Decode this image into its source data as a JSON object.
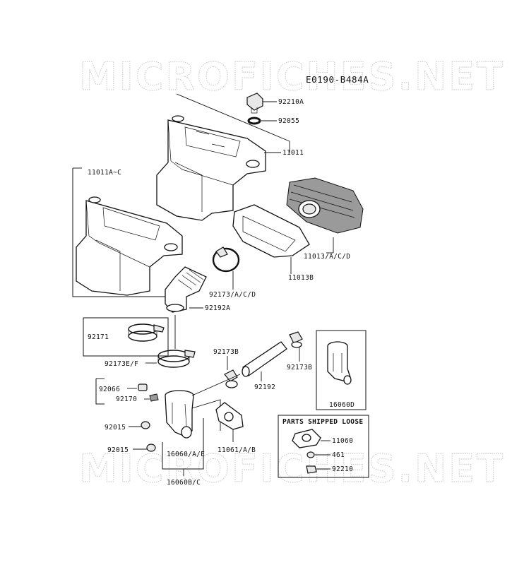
{
  "diagram_code": "E0190-B484A",
  "watermark": "MICROFICHES.NET",
  "box_title": "PARTS SHIPPED LOOSE",
  "labels": {
    "p92210A": "92210A",
    "p92055": "92055",
    "p11011": "11011",
    "p11011AC": "11011A~C",
    "p11013": "11013/A/C/D",
    "p11013B": "11013B",
    "p92173ACD": "92173/A/C/D",
    "p92192A": "92192A",
    "p92171": "92171",
    "p92173EF": "92173E/F",
    "p92173B_l": "92173B",
    "p92173B_r": "92173B",
    "p92192": "92192",
    "p16060D": "16060D",
    "p92066": "92066",
    "p92170": "92170",
    "p92015a": "92015",
    "p92015b": "92015",
    "p16060AE": "16060/A/E",
    "p16060BC": "16060B/C",
    "p11061": "11061/A/B",
    "p11060": "11060",
    "p461": "461",
    "p92210": "92210"
  }
}
